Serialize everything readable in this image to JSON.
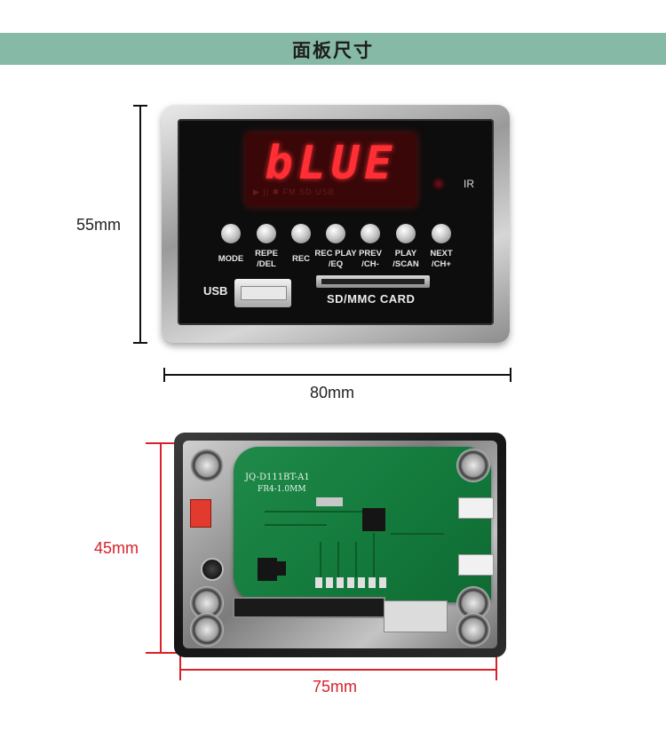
{
  "banner": {
    "title": "面板尺寸"
  },
  "front_panel": {
    "display_text": "bLUE",
    "display_icons": "▶  ||  ✱  FM  SD  USB",
    "ir_label": "IR",
    "buttons": [
      {
        "label": "MODE"
      },
      {
        "label": "REPE\n/DEL"
      },
      {
        "label": "REC"
      },
      {
        "label": "REC PLAY\n/EQ"
      },
      {
        "label": "PREV\n/CH-"
      },
      {
        "label": "PLAY\n/SCAN"
      },
      {
        "label": "NEXT\n/CH+"
      }
    ],
    "usb_label": "USB",
    "sd_label": "SD/MMC  CARD"
  },
  "dimensions": {
    "front_height": "55mm",
    "front_width": "80mm",
    "back_height": "45mm",
    "back_width": "75mm"
  },
  "pcb": {
    "model": "JQ-D111BT-A1",
    "thickness": "FR4-1.0MM"
  },
  "colors": {
    "banner": "#86b9a6",
    "dimension_red": "#d8212a",
    "display_red": "#ff2f35",
    "pcb_green": "#137a3c"
  }
}
